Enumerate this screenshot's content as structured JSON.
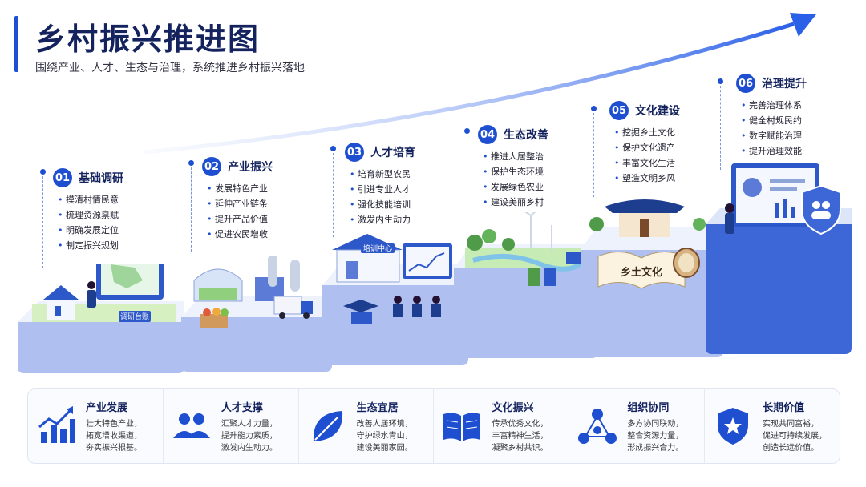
{
  "header": {
    "title": "乡村振兴推进图",
    "subtitle": "围绕产业、人才、生态与治理，系统推进乡村振兴落地"
  },
  "colors": {
    "primary": "#1f4fd1",
    "dark": "#14235e",
    "platform_top": "#eef2fd",
    "platform_side": "#aebff0"
  },
  "steps": [
    {
      "num": "01",
      "title": "基础调研",
      "items": [
        "摸清村情民意",
        "梳理资源禀赋",
        "明确发展定位",
        "制定振兴规划"
      ],
      "sign": "调研台账"
    },
    {
      "num": "02",
      "title": "产业振兴",
      "items": [
        "发展特色产业",
        "延伸产业链条",
        "提升产品价值",
        "促进农民增收"
      ]
    },
    {
      "num": "03",
      "title": "人才培育",
      "items": [
        "培育新型农民",
        "引进专业人才",
        "强化技能培训",
        "激发内生动力"
      ],
      "sign": "培训中心"
    },
    {
      "num": "04",
      "title": "生态改善",
      "items": [
        "推进人居整治",
        "保护生态环境",
        "发展绿色农业",
        "建设美丽乡村"
      ]
    },
    {
      "num": "05",
      "title": "文化建设",
      "items": [
        "挖掘乡土文化",
        "保护文化遗产",
        "丰富文化生活",
        "塑造文明乡风"
      ],
      "sign": "乡土文化"
    },
    {
      "num": "06",
      "title": "治理提升",
      "items": [
        "完善治理体系",
        "健全村规民约",
        "数字赋能治理",
        "提升治理效能"
      ]
    }
  ],
  "cards": [
    {
      "icon": "bar-chart-growth-icon",
      "title": "产业发展",
      "lines": [
        "壮大特色产业，",
        "拓宽增收渠道，",
        "夯实振兴根基。"
      ]
    },
    {
      "icon": "people-icon",
      "title": "人才支撑",
      "lines": [
        "汇聚人才力量，",
        "提升能力素质，",
        "激发内生动力。"
      ]
    },
    {
      "icon": "leaf-icon",
      "title": "生态宜居",
      "lines": [
        "改善人居环境，",
        "守护绿水青山，",
        "建设美丽家园。"
      ]
    },
    {
      "icon": "open-book-icon",
      "title": "文化振兴",
      "lines": [
        "传承优秀文化，",
        "丰富精神生活，",
        "凝聚乡村共识。"
      ]
    },
    {
      "icon": "network-icon",
      "title": "组织协同",
      "lines": [
        "多方协同联动，",
        "整合资源力量，",
        "形成振兴合力。"
      ]
    },
    {
      "icon": "shield-star-icon",
      "title": "长期价值",
      "lines": [
        "实现共同富裕，",
        "促进可持续发展，",
        "创造长远价值。"
      ]
    }
  ]
}
